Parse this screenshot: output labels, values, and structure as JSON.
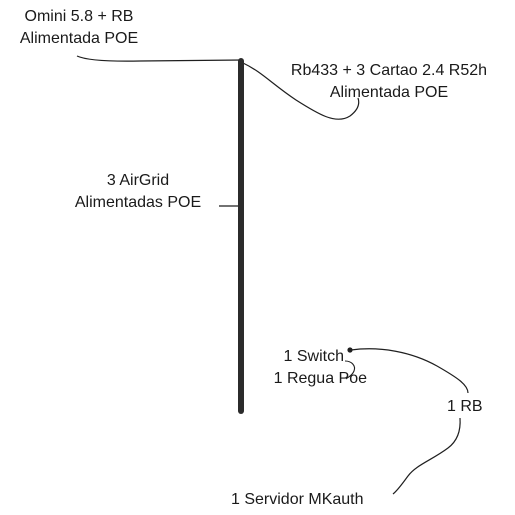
{
  "diagram": {
    "labels": {
      "omini": [
        "Omini 5.8 + RB",
        "Alimentada POE"
      ],
      "rb433": [
        "Rb433 + 3 Cartao 2.4 R52h",
        "Alimentada POE"
      ],
      "airgrid": [
        "3 AirGrid",
        "Alimentadas POE"
      ],
      "switch": [
        "1 Switch",
        "1 Regua Poe"
      ],
      "rb": "1 RB",
      "servidor": "1 Servidor MKauth"
    },
    "colors": {
      "mast": "#2b2b2b",
      "line": "#1f1f1f",
      "text": "#1a1a1a",
      "background": "#ffffff"
    }
  }
}
